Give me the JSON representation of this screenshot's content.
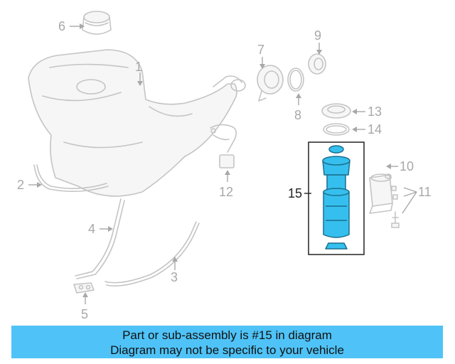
{
  "callouts": {
    "c1": "1",
    "c2": "2",
    "c3": "3",
    "c4": "4",
    "c5": "5",
    "c6": "6",
    "c7": "7",
    "c8": "8",
    "c9": "9",
    "c10": "10",
    "c11": "11",
    "c12": "12",
    "c13": "13",
    "c14": "14",
    "c15": "15"
  },
  "banner": {
    "line1": "Part or sub-assembly is #15 in diagram",
    "line2": "Diagram may not be specific to your vehicle"
  },
  "colors": {
    "highlight": "#35bfee",
    "banner": "#4fc3f7",
    "line_art": "#c4c4c4"
  }
}
